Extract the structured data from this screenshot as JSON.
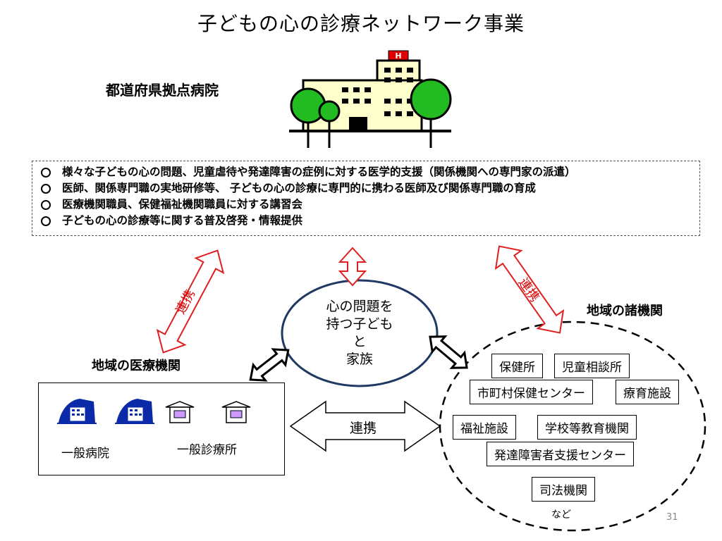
{
  "title": "子どもの心の診療ネットワーク事業",
  "hub_hospital": {
    "label": "都道府県拠点病院",
    "roles": [
      "様々な子どもの心の問題、児童虐待や発達障害の症例に対する医学的支援（関係機関への専門家の派遣）",
      "医師、関係専門職の実地研修等、 子どもの心の診療に専門的に携わる医師及び関係専門職の育成",
      "医療機関職員、保健福祉機関職員に対する講習会",
      "子どもの心の診療等に関する普及啓発・情報提供"
    ]
  },
  "center": {
    "line1": "心の問題を",
    "line2": "持つ子ども",
    "line3": "と",
    "line4": "家族"
  },
  "regional_medical": {
    "label": "地域の医療機関",
    "general_hospital": "一般病院",
    "general_clinic": "一般診療所"
  },
  "regional_institutions": {
    "label": "地域の諸機関",
    "items": [
      "保健所",
      "児童相談所",
      "市町村保健センター",
      "療育施設",
      "福祉施設",
      "学校等教育機関",
      "発達障害者支援センター",
      "司法機関"
    ],
    "etc": "など"
  },
  "link_label_left": "連携",
  "link_label_right": "連携",
  "link_label_bottom": "連携",
  "page_number": "31",
  "colors": {
    "red_arrow": "#e02020",
    "tree_green": "#22bb22",
    "building_fill": "#ffffcc",
    "ellipse_stroke": "#1f3864",
    "hospital_icon_blue": "#0a2aa8",
    "clinic_purple": "#cc99ff"
  }
}
